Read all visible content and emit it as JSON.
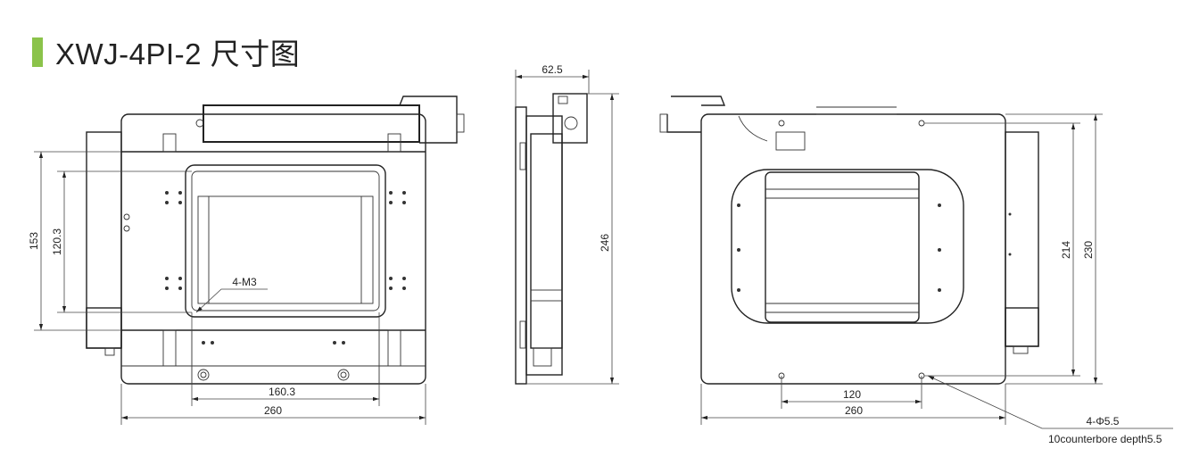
{
  "title": "XWJ-4PI-2 尺寸图",
  "accent_color": "#8bc34a",
  "front_view": {
    "dim_height_outer": "153",
    "dim_height_inner": "120.3",
    "dim_width_inner": "160.3",
    "dim_width_outer": "260",
    "hole_label": "4-M3"
  },
  "side_view": {
    "dim_depth": "62.5",
    "dim_height": "246"
  },
  "back_view": {
    "dim_height_inner": "214",
    "dim_height_outer": "230",
    "dim_width_inner": "120",
    "dim_width_outer": "260",
    "hole_label": "4-Φ5.5",
    "hole_note": "10counterbore depth5.5"
  }
}
